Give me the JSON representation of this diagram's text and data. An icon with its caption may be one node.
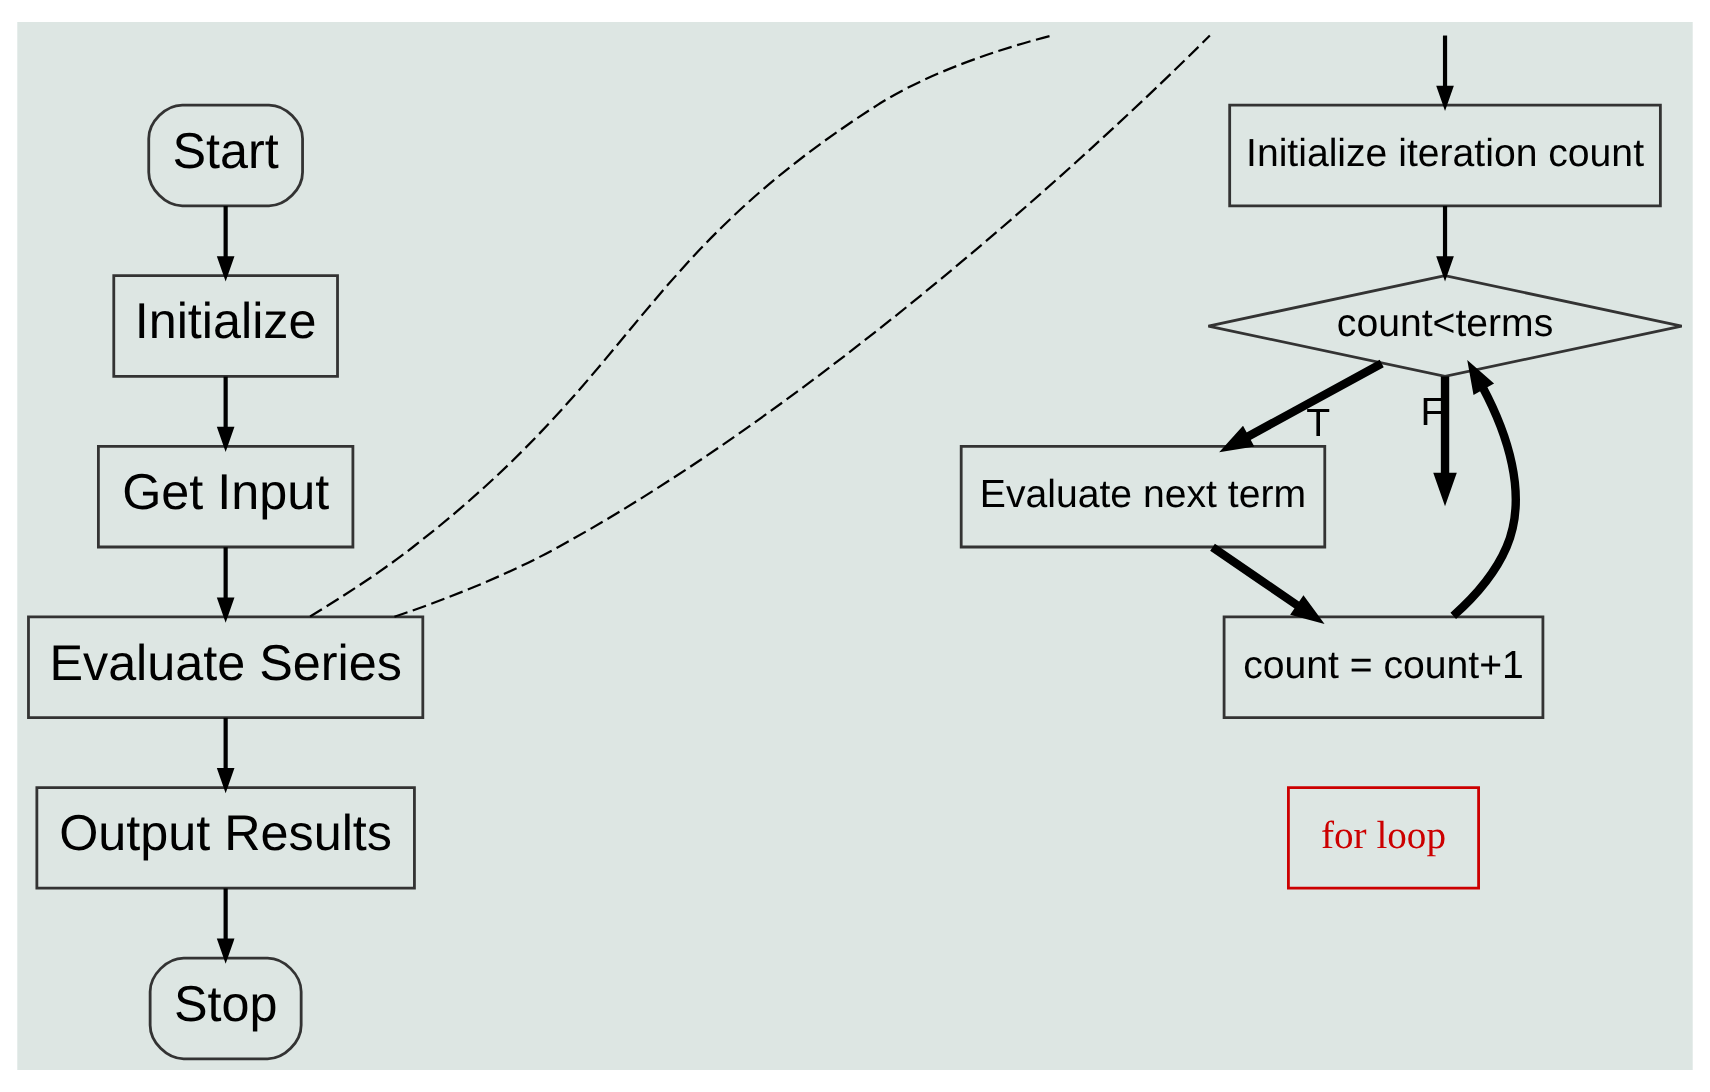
{
  "diagram": {
    "nodes": [
      {
        "text": [
          "Start"
        ]
      },
      {
        "text": [
          "Initialize"
        ]
      },
      {
        "text": [
          "Get Input"
        ]
      },
      {
        "text": [
          "Evaluate Series"
        ]
      },
      {
        "text": [
          "Output Results"
        ]
      },
      {
        "text": [
          "Stop"
        ]
      },
      {
        "text": [
          "Initialize iteration count"
        ]
      },
      {
        "text": [
          "count<terms"
        ]
      },
      {
        "text": [
          "Evaluate next term"
        ]
      },
      {
        "text": [
          "count = count+1"
        ]
      },
      {
        "text": [
          "for loop"
        ]
      }
    ],
    "edges": [
      {
        "from": 0,
        "to": 1,
        "arrow": "to"
      },
      {
        "from": 1,
        "to": 2,
        "arrow": "to"
      },
      {
        "from": 2,
        "to": 3,
        "arrow": "to"
      },
      {
        "from": 3,
        "to": 4,
        "arrow": "to"
      },
      {
        "from": 4,
        "to": 5,
        "arrow": "to"
      },
      {
        "from": null,
        "to": 6,
        "arrow": "to"
      },
      {
        "from": 6,
        "to": 7,
        "arrow": "to"
      },
      {
        "from": 7,
        "to": 8,
        "arrow": "to",
        "label": "T",
        "style": "thick"
      },
      {
        "from": 8,
        "to": 9,
        "arrow": "to",
        "style": "thick"
      },
      {
        "from": 9,
        "to": 7,
        "arrow": "to",
        "style": "thick"
      },
      {
        "from": 7,
        "to": null,
        "arrow": "to",
        "label": "F",
        "style": "thick"
      },
      {
        "from": 3,
        "to": null,
        "arrow": "none",
        "style": "dashed"
      },
      {
        "from": 3,
        "to": null,
        "arrow": "none",
        "style": "dashed"
      }
    ]
  }
}
